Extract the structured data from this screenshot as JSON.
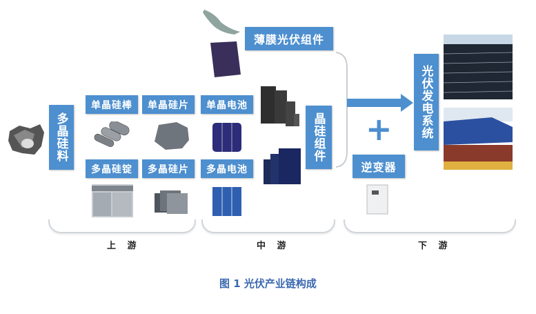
{
  "upstream": {
    "raw": "多晶硅料",
    "items": [
      "单晶硅棒",
      "单晶硅片",
      "多晶硅锭",
      "多晶硅片"
    ]
  },
  "midstream": {
    "cells": [
      "单晶电池",
      "多晶电池"
    ],
    "module": "晶硅组件",
    "thin_film": "薄膜光伏组件"
  },
  "downstream": {
    "system": "光伏发电系统",
    "inverter": "逆变器",
    "plus": "+"
  },
  "stages": [
    "上 游",
    "中 游",
    "下 游"
  ],
  "caption": "图 1 光伏产业链构成",
  "colors": {
    "box": "#4d8fcf",
    "caption": "#3a68b0"
  }
}
